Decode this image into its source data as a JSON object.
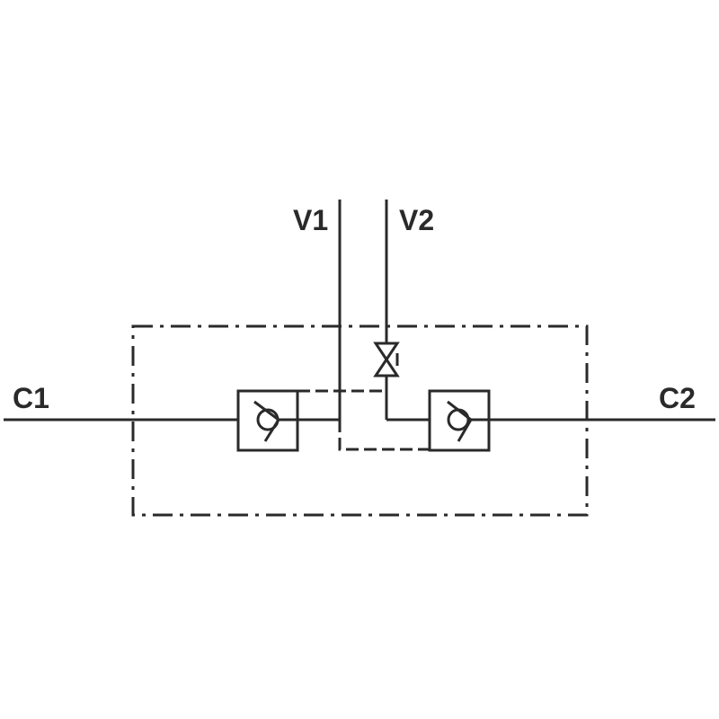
{
  "diagram": {
    "ports": {
      "v1": "V1",
      "v2": "V2",
      "c1": "C1",
      "c2": "C2"
    },
    "colors": {
      "line": "#2a2a2a",
      "background": "#ffffff"
    },
    "symbols": [
      "check-valve-icon",
      "check-valve-icon",
      "restrictor-icon"
    ]
  }
}
